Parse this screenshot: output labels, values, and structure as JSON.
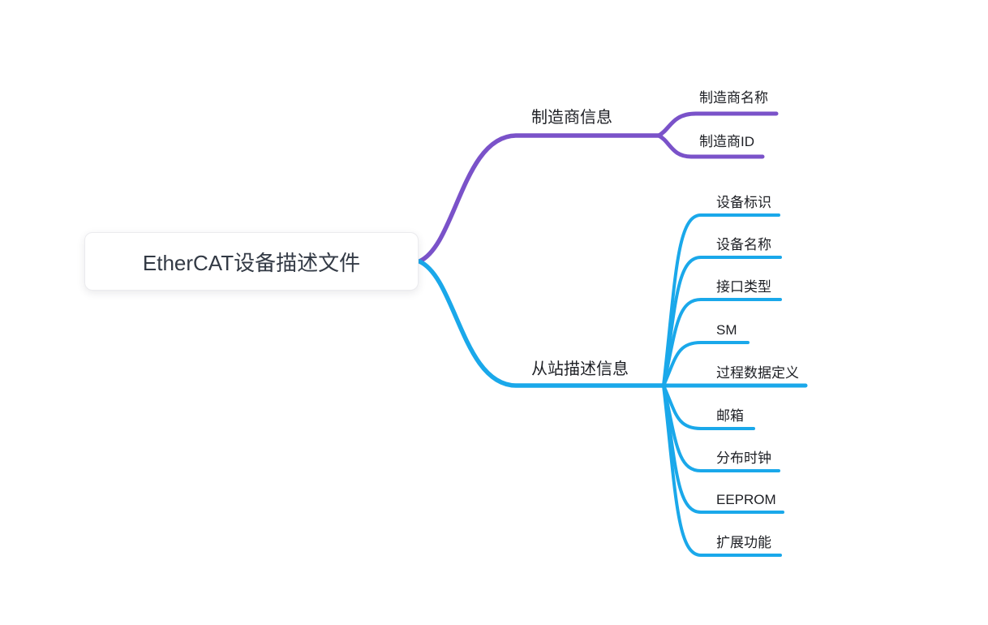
{
  "root": {
    "label": "EtherCAT设备描述文件"
  },
  "branches": [
    {
      "label": "制造商信息",
      "children": [
        {
          "label": "制造商名称"
        },
        {
          "label": "制造商ID"
        }
      ]
    },
    {
      "label": "从站描述信息",
      "children": [
        {
          "label": "设备标识"
        },
        {
          "label": "设备名称"
        },
        {
          "label": "接口类型"
        },
        {
          "label": "SM"
        },
        {
          "label": "过程数据定义"
        },
        {
          "label": "邮箱"
        },
        {
          "label": "分布时钟"
        },
        {
          "label": "EEPROM"
        },
        {
          "label": "扩展功能"
        }
      ]
    }
  ],
  "colors": {
    "purple": "#7a52c9",
    "blue": "#1aa8ea",
    "text": "#1d1f24",
    "root_text": "#333a45",
    "background": "#ffffff"
  }
}
